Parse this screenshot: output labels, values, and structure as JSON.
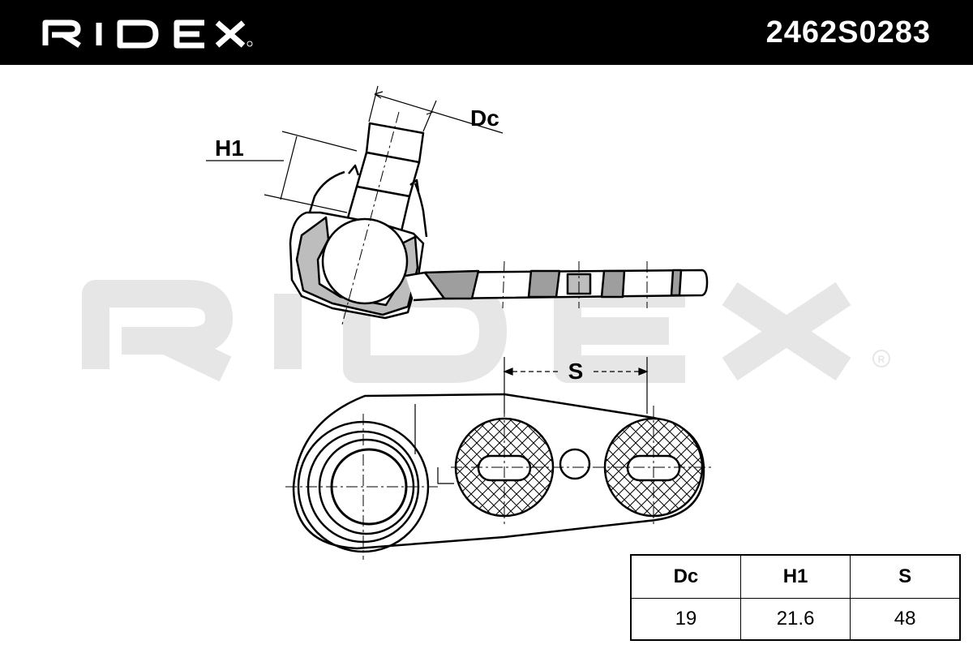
{
  "header": {
    "brand": "RIDEX",
    "part_number": "2462S0283"
  },
  "watermark": {
    "text": "RIDEX"
  },
  "dimension_labels": {
    "dc": "Dc",
    "h1": "H1",
    "s": "S"
  },
  "spec_table": {
    "headers": [
      "Dc",
      "H1",
      "S"
    ],
    "values": [
      "19",
      "21.6",
      "48"
    ]
  },
  "colors": {
    "header_background": "#000000",
    "header_text": "#ffffff",
    "watermark": "#e6e6e6",
    "line": "#000000"
  }
}
